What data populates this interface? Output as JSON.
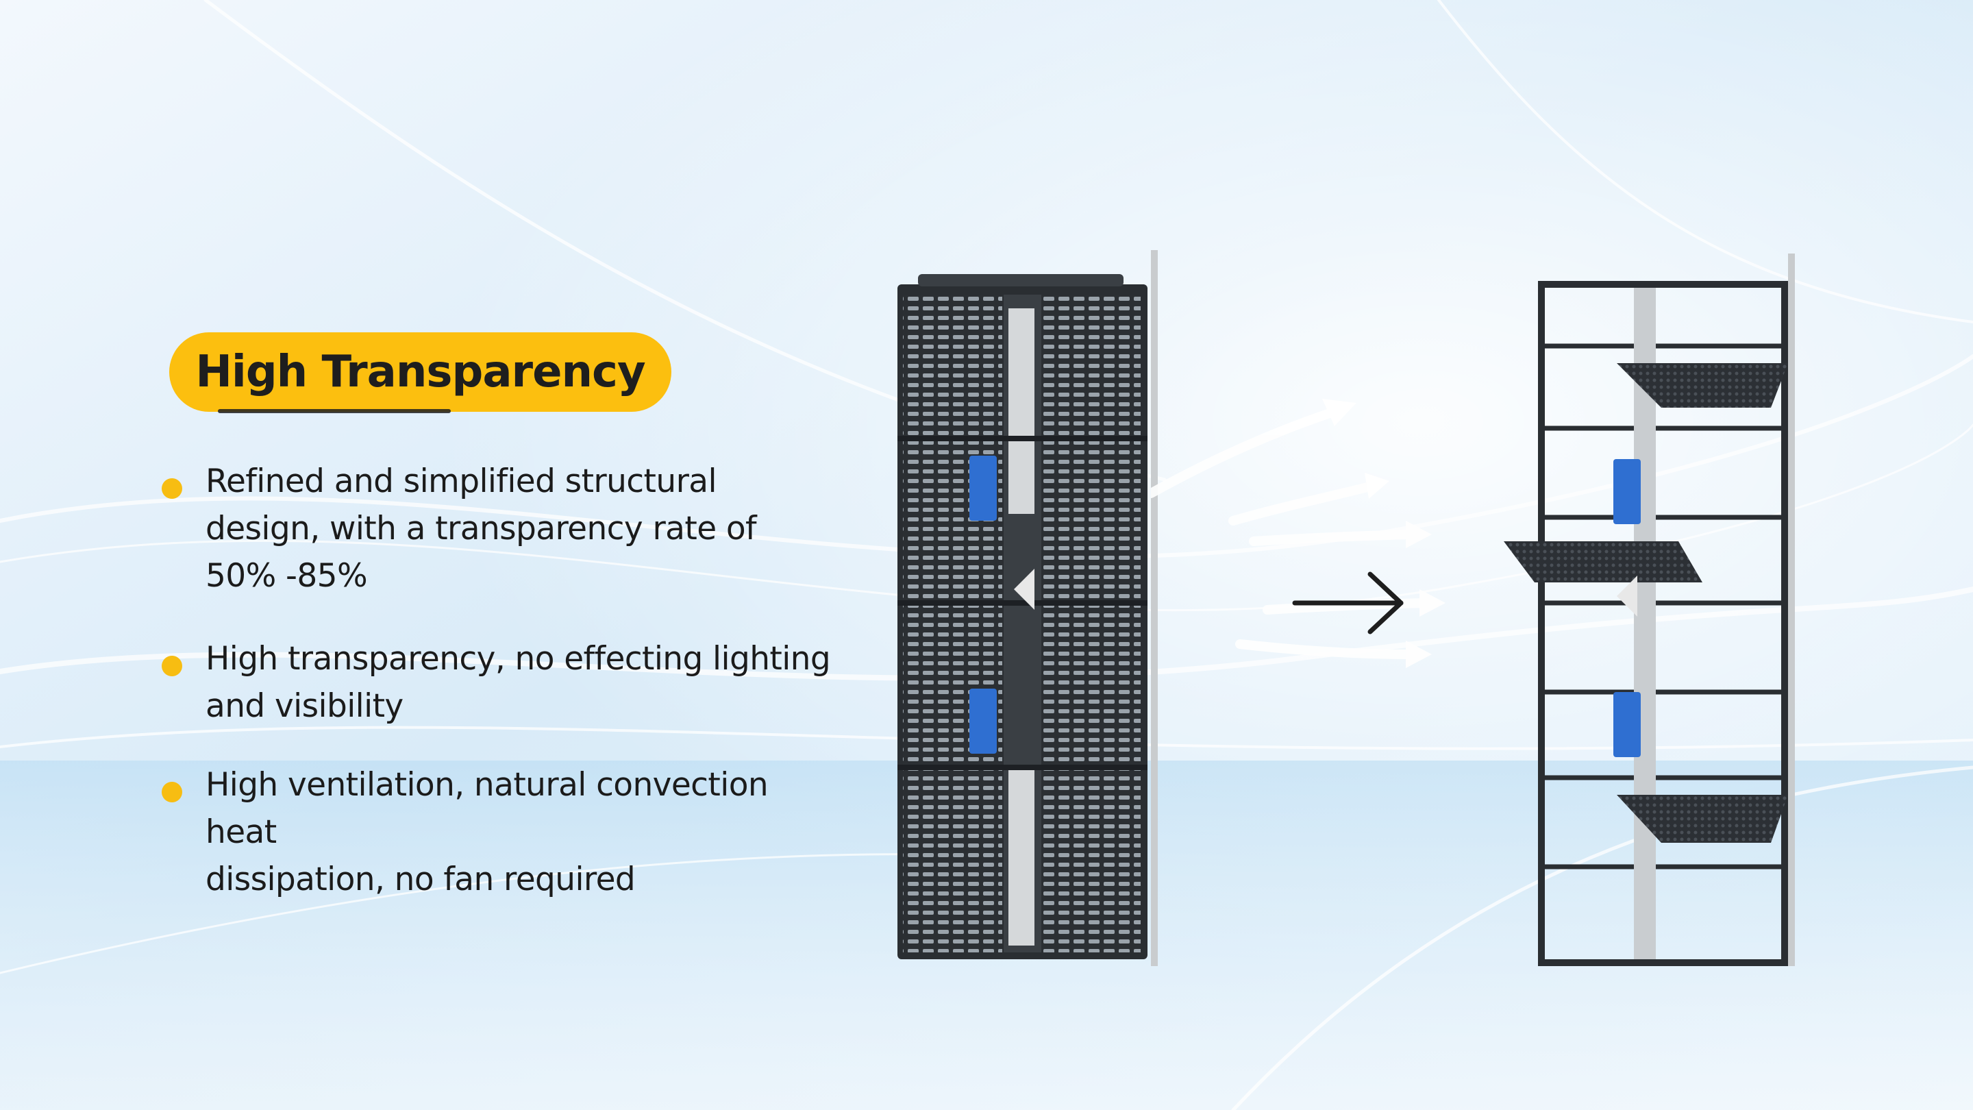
{
  "badge": {
    "title": "High Transparency"
  },
  "bullets": [
    {
      "text": "Refined and simplified structural\ndesign, with a transparency rate of\n50% -85%"
    },
    {
      "text": "High transparency, no effecting lighting\nand visibility"
    },
    {
      "text": "High ventilation, natural convection heat\ndissipation, no fan required"
    }
  ],
  "colors": {
    "accent": "#fcbf0f",
    "text": "#1b1b1b",
    "background": "#e4f1fb"
  },
  "icons": {
    "bullet": "yellow-dot",
    "arrow": "right-arrow-icon"
  }
}
